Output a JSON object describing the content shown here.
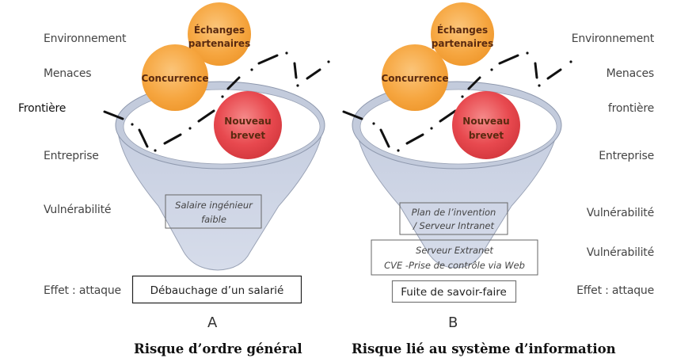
{
  "panel_a": {
    "letter": "A",
    "caption": "Risque d’ordre général",
    "labels": {
      "environnement": "Environnement",
      "menaces": "Menaces",
      "frontiere": "Frontière",
      "entreprise": "Entreprise",
      "vulnerabilite": "Vulnérabilité",
      "effet": "Effet : attaque"
    },
    "circles": {
      "echanges": [
        "Échanges",
        "partenaires"
      ],
      "concurrence": "Concurrence",
      "nouveau_brevet": [
        "Nouveau",
        "brevet"
      ]
    },
    "vulnerability_box": [
      "Salaire ingénieur",
      "faible"
    ],
    "effect_box": "Débauchage d’un salarié"
  },
  "panel_b": {
    "letter": "B",
    "caption": "Risque lié au système d’information",
    "labels": {
      "environnement": "Environnement",
      "menaces": "Menaces",
      "frontiere": "frontière",
      "entreprise": "Entreprise",
      "vulnerabilite_1": "Vulnérabilité",
      "vulnerabilite_2": "Vulnérabilité",
      "effet": "Effet : attaque"
    },
    "circles": {
      "echanges": [
        "Échanges",
        "partenaires"
      ],
      "concurrence": "Concurrence",
      "nouveau_brevet": [
        "Nouveau",
        "brevet"
      ]
    },
    "vulnerability_box_1": [
      "Plan de l’invention",
      "/ Serveur Intranet"
    ],
    "vulnerability_box_2": [
      "Serveur Extranet",
      "CVE -Prise de contrôle via Web"
    ],
    "effect_box": "Fuite de savoir-faire"
  },
  "colors": {
    "orange_circle": "#f6a640",
    "red_circle": "#e8494f",
    "funnel_fill": "#ccd3e3",
    "funnel_rim": "#c3cbdc",
    "boundary_line": "#111111"
  }
}
